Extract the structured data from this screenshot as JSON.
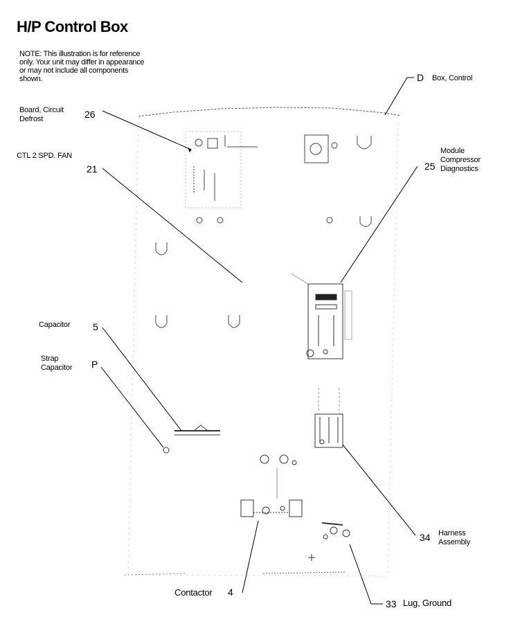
{
  "page": {
    "title": "H/P Control Box",
    "note": "NOTE: This illustration is for reference only. Your unit may differ in appearance or may not include all components shown."
  },
  "parts": [
    {
      "id": "D",
      "label": "Box, Control"
    },
    {
      "id": "26",
      "label": "Board, Circuit Defrost"
    },
    {
      "id": "21",
      "label": "CTL 2 SPD. FAN"
    },
    {
      "id": "25",
      "label": "Module Compressor Diagnostics"
    },
    {
      "id": "5",
      "label": "Capacitor"
    },
    {
      "id": "P",
      "label": "Strap Capacitor"
    },
    {
      "id": "34",
      "label": "Harness Assembly"
    },
    {
      "id": "4",
      "label": "Contactor"
    },
    {
      "id": "33",
      "label": "Lug, Ground"
    }
  ],
  "labels": {
    "box_control": "Box, Control",
    "board_circuit_1": "Board, Circuit",
    "board_circuit_2": "Defrost",
    "ctl_fan": "CTL 2 SPD. FAN",
    "module_1": "Module",
    "module_2": "Compressor",
    "module_3": "Diagnostics",
    "capacitor": "Capacitor",
    "strap_1": "Strap",
    "strap_2": "Capacitor",
    "harness_1": "Harness",
    "harness_2": "Assembly",
    "contactor": "Contactor",
    "lug": "Lug, Ground"
  }
}
